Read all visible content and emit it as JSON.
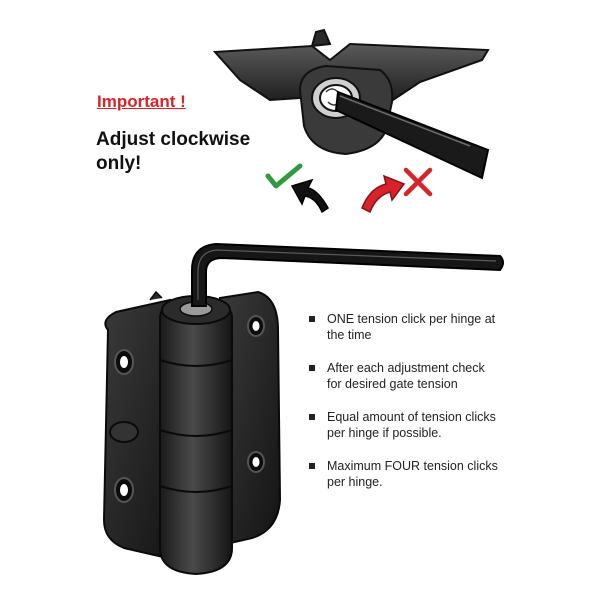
{
  "warning": {
    "title": "Important !",
    "headline": "Adjust clockwise only!"
  },
  "instructions": [
    "ONE tension click per hinge at the time",
    "After each adjustment check for desired gate tension",
    "Equal amount of tension clicks per hinge if possible.",
    "Maximum FOUR tension clicks per hinge."
  ],
  "colors": {
    "warning_red": "#d8232a",
    "check_green": "#2f9a3f",
    "cross_red": "#d8232a",
    "hinge_black": "#1c1c1c",
    "arrow_black": "#111111"
  },
  "icons": {
    "correct": "check-icon",
    "wrong": "cross-icon"
  }
}
